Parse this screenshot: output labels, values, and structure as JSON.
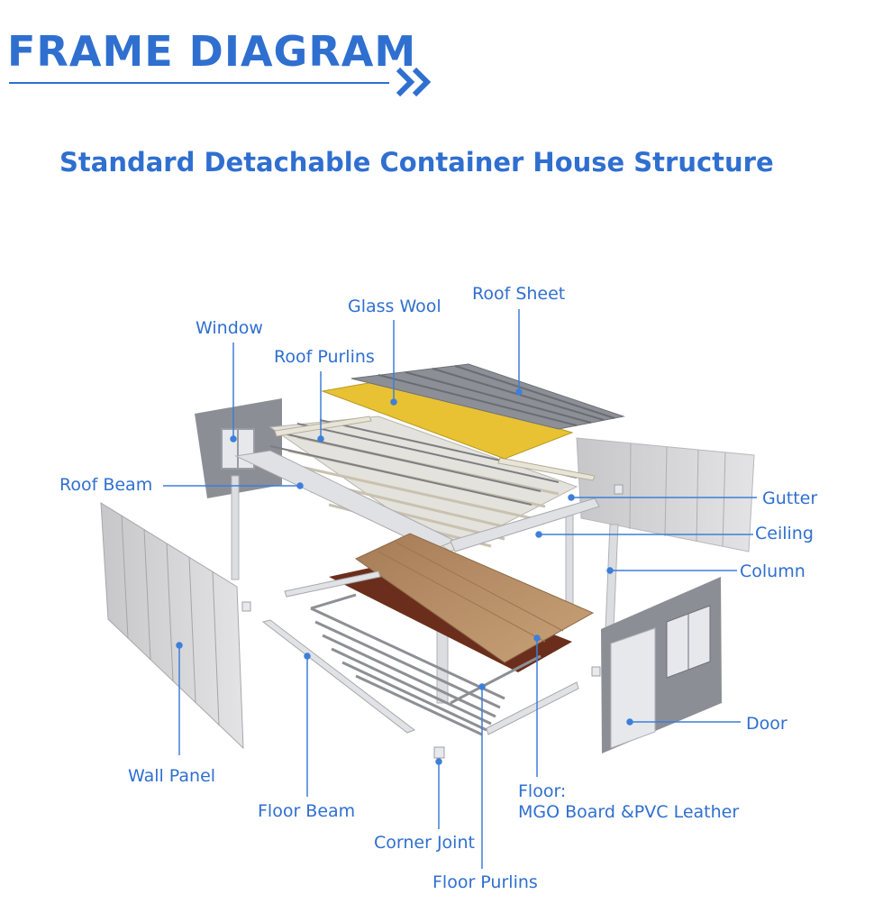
{
  "header": {
    "title": "FRAME DIAGRAM",
    "subtitle": "Standard Detachable Container House Structure"
  },
  "icons": {
    "header_arrow": "double-chevron-right-icon"
  },
  "colors": {
    "accent": "#2f6fd0",
    "leader_line": "#3d7fd9"
  },
  "labels": {
    "glass_wool": "Glass Wool",
    "roof_sheet": "Roof Sheet",
    "window": "Window",
    "roof_purlins": "Roof Purlins",
    "roof_beam": "Roof Beam",
    "gutter": "Gutter",
    "ceiling": "Ceiling",
    "column": "Column",
    "door": "Door",
    "wall_panel": "Wall Panel",
    "floor_beam": "Floor Beam",
    "corner_joint": "Corner Joint",
    "floor_purlins": "Floor Purlins",
    "floor_line1": "Floor:",
    "floor_line2": "MGO Board &PVC Leather"
  }
}
